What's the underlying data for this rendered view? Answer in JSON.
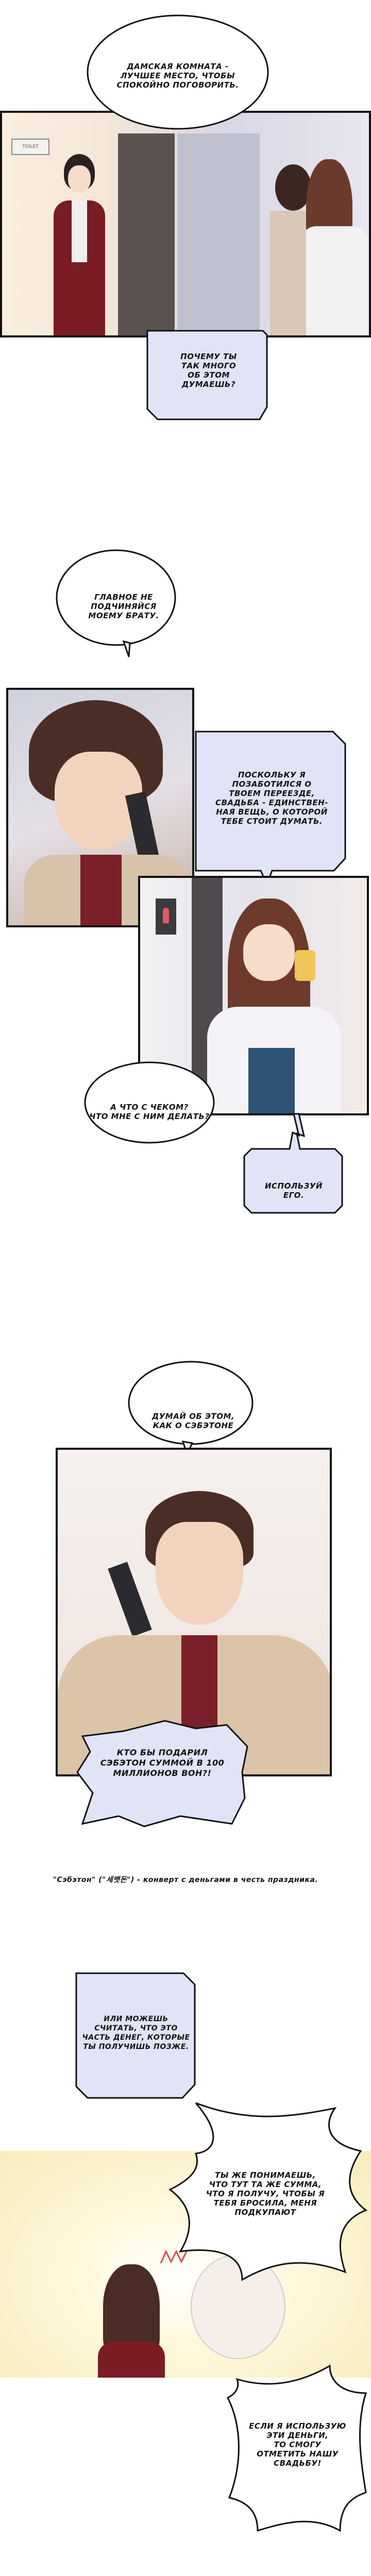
{
  "bubbles": {
    "b1": "Дамская комната -\nлучшее место, чтобы\nспокойно поговорить.",
    "b2": "Почему ты\nтак много\nоб этом\nдумаешь?",
    "b3": "Главное не\nподчиняйся\nмоему брату.",
    "b4": "Поскольку я\nпозаботился о\nтвоем переезде,\nсвадьба - единствен-\nная вещь, о которой\nтебе стоит думать.",
    "b5": "А что с чеком?\nЧто мне с ним делать?",
    "b6": "Используй\nего.",
    "b7": "Думай об этом,\nкак о сэбэтоне",
    "b8": "Кто бы подарил\nсэбэтон суммой в 100\nмиллионов вон?!",
    "b9": "Или можешь\nсчитать, что это\nчасть денег, которые\nты получишь позже.",
    "b10": "Ты же понимаешь,\nчто тут та же сумма,\nчто я получу, чтобы я\nтебя бросила, меня\nподкупают",
    "b11": "Если я использую\nэти деньги,\nто смогу\nотметить нашу\nсвадьбу!"
  },
  "footnote": "\"Сэбэтон\" (\"세뱃돈\") - конверт с деньгами в честь праздника.",
  "sign_text": "TOILET",
  "colors": {
    "box_fill": "#e1e4f7",
    "ink": "#111111",
    "burst_bg": "#fbf3cf"
  }
}
